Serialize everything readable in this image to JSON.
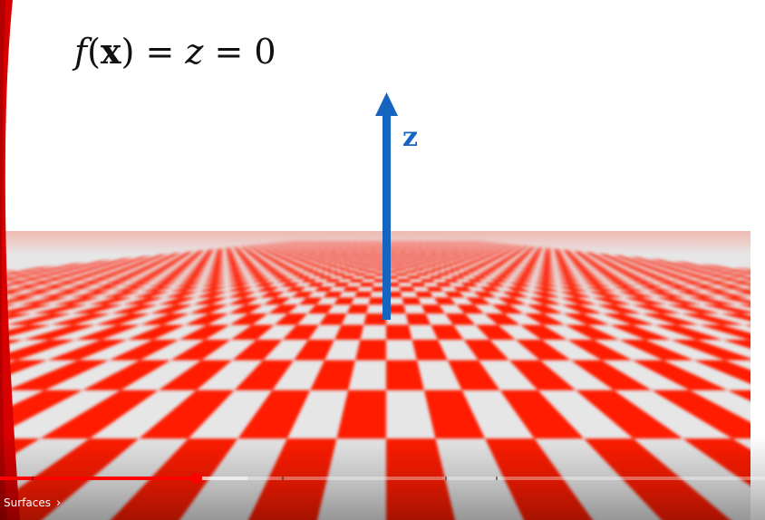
{
  "video": {
    "formula": {
      "f": "f",
      "open": "(",
      "x": "x",
      "close": ")",
      "eq1": " = ",
      "z": "z",
      "eq2": " = ",
      "zero": "0"
    },
    "axis_label": "z",
    "colors": {
      "checker_red": "#ff1a00",
      "checker_light": "#e6e6e6",
      "axis_blue": "#1565c0"
    }
  },
  "player": {
    "progress_fraction": 0.257,
    "chapter_title": "Surfaces",
    "chapter_chevron": "›",
    "accent": "#ff0000"
  }
}
